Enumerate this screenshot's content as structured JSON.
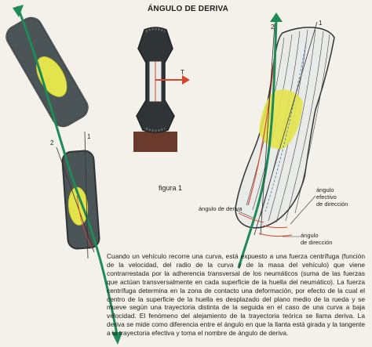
{
  "title": "ÁNGULO DE DERIVA",
  "figure_label": "figura 1",
  "labels": {
    "deriva": "ángulo de deriva",
    "efectivo_line1": "ángulo",
    "efectivo_line2": "efectivo",
    "efectivo_line3": "de dirección",
    "direccion_line1": "ángulo",
    "direccion_line2": "de dirección"
  },
  "markers": {
    "left_2": "2",
    "left_1": "1",
    "right_2": "2",
    "right_1": "1",
    "force": "T"
  },
  "caption": "Cuando un vehículo recorre una curva, está expuesto a una fuerza centrífuga (función de la velocidad, del radio de la curva y de la masa del vehículo) que viene contrarrestada por la adherencia transversal de los neumáticos (suma de las fuerzas que actúan transversalmente en cada superficie de la huella del neumático). La fuerza centrífuga determina en la zona de contacto una deformación, por efecto de la cual el centro de la superficie de la huella es desplazado del plano medio de la rueda y se mueve según una trayectoria distinta de la seguida en el caso de una curva a baja velocidad. El fenómeno del alejamiento de la trayectoria teórica se llama deriva. La deriva se mide como diferencia entre el ángulo en que la llanta está girada y la tangente a la trayectoria efectiva y toma el nombre de ángulo de deriva.",
  "colors": {
    "tire": "#4b5457",
    "tire_dark": "#2f3536",
    "contact_patch": "#e3e44b",
    "trajectory": "#1f8a57",
    "force_arrow": "#d9462e",
    "rim_red": "#d9462e",
    "ground": "#6a3a2c",
    "light_tire": "#e9ebe8",
    "tread": "#444"
  }
}
